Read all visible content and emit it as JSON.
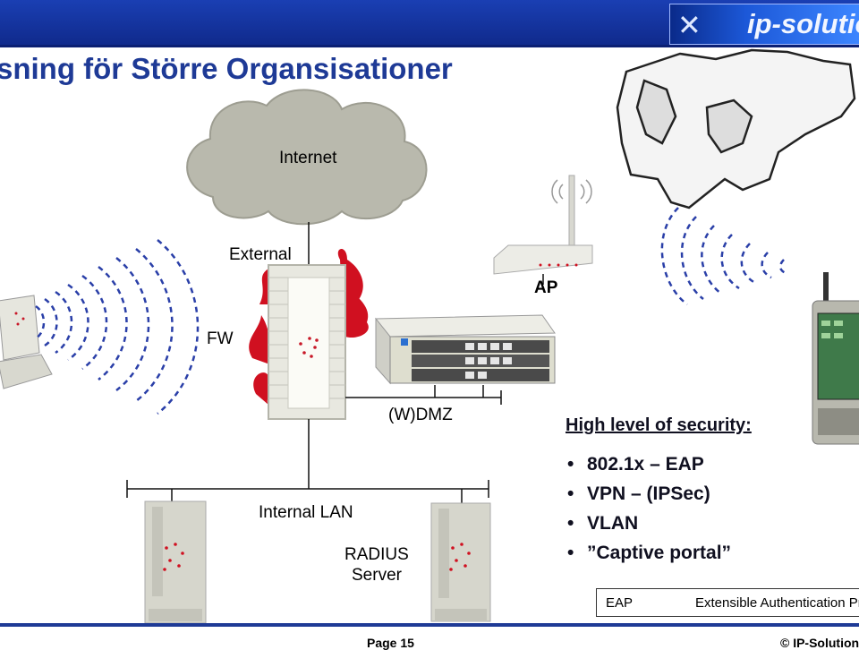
{
  "header": {
    "title": "sning för Större Organsisationer",
    "logo_text": "ip-solutio",
    "logo_mark": "✕"
  },
  "diagram": {
    "internet_label": "Internet",
    "external_label": "External",
    "ap_label": "AP",
    "fw_label": "FW",
    "dmz_label": "(W)DMZ",
    "lan_label": "Internal LAN",
    "radius_label_line1": "RADIUS",
    "radius_label_line2": "Server"
  },
  "security": {
    "heading": "High level of security:",
    "bullets": [
      "802.1x – EAP",
      "VPN – (IPSec)",
      "VLAN",
      "”Captive portal”"
    ],
    "bullet_symbol": "•"
  },
  "glossary": {
    "abbr": "EAP",
    "definition": "Extensible Authentication Pro"
  },
  "footer": {
    "page": "Page 15",
    "copyright": "© IP-Solution"
  },
  "colors": {
    "title": "#1e3a96",
    "header_bar": "#1a3fb3",
    "wave": "#2a3fa8",
    "firewall_flame": "#d01020",
    "device_gray": "#d9d9cf"
  }
}
